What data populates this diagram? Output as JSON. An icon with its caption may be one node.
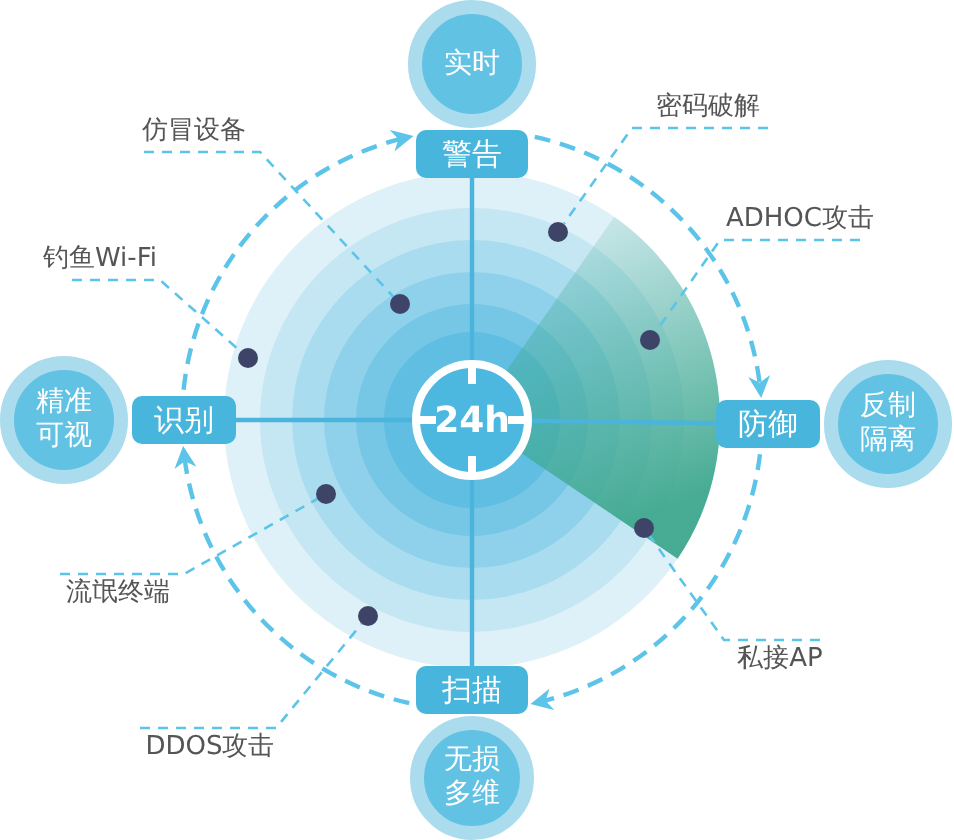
{
  "diagram": {
    "nodes": [
      {
        "text": [
          "24h"
        ]
      },
      {
        "text": [
          "实时"
        ]
      },
      {
        "text": [
          "警告"
        ]
      },
      {
        "text": [
          "精准可视"
        ]
      },
      {
        "text": [
          "识别"
        ]
      },
      {
        "text": [
          "防御"
        ]
      },
      {
        "text": [
          "反制隔离"
        ]
      },
      {
        "text": [
          "扫描"
        ]
      },
      {
        "text": [
          "无损多维"
        ]
      },
      {
        "text": [
          "仿冒设备"
        ]
      },
      {
        "text": [
          "密码破解"
        ]
      },
      {
        "text": [
          "ADHOC攻击"
        ]
      },
      {
        "text": [
          "钓鱼Wi-Fi"
        ]
      },
      {
        "text": [
          "流氓终端"
        ]
      },
      {
        "text": [
          "私接AP"
        ]
      },
      {
        "text": [
          "DDOS攻击"
        ]
      },
      {
        "text": [],
        "shape": "circle"
      },
      {
        "text": [],
        "shape": "circle"
      },
      {
        "text": [],
        "shape": "circle"
      },
      {
        "text": [],
        "shape": "circle"
      },
      {
        "text": [],
        "shape": "circle"
      },
      {
        "text": [],
        "shape": "circle"
      },
      {
        "text": [],
        "shape": "circle"
      }
    ],
    "edges": [
      {
        "from": 0,
        "to": 2,
        "arrow": "none"
      },
      {
        "from": 0,
        "to": 5,
        "arrow": "none"
      },
      {
        "from": 0,
        "to": 7,
        "arrow": "none"
      },
      {
        "from": 0,
        "to": 4,
        "arrow": "none"
      },
      {
        "from": 4,
        "to": 2,
        "arrow": "to",
        "style": "dashed"
      },
      {
        "from": 2,
        "to": 5,
        "arrow": "to",
        "style": "dashed"
      },
      {
        "from": 5,
        "to": 7,
        "arrow": "to",
        "style": "dashed"
      },
      {
        "from": 7,
        "to": 4,
        "arrow": "to",
        "style": "dashed"
      },
      {
        "from": 9,
        "to": 17,
        "arrow": "none",
        "style": "dashed"
      },
      {
        "from": 10,
        "to": 16,
        "arrow": "none",
        "style": "dashed"
      },
      {
        "from": 11,
        "to": 18,
        "arrow": "none",
        "style": "dashed"
      },
      {
        "from": 12,
        "to": 19,
        "arrow": "none",
        "style": "dashed"
      },
      {
        "from": 13,
        "to": 20,
        "arrow": "none",
        "style": "dashed"
      },
      {
        "from": 14,
        "to": 21,
        "arrow": "none",
        "style": "dashed"
      },
      {
        "from": 15,
        "to": 22,
        "arrow": "none",
        "style": "dashed"
      }
    ]
  }
}
